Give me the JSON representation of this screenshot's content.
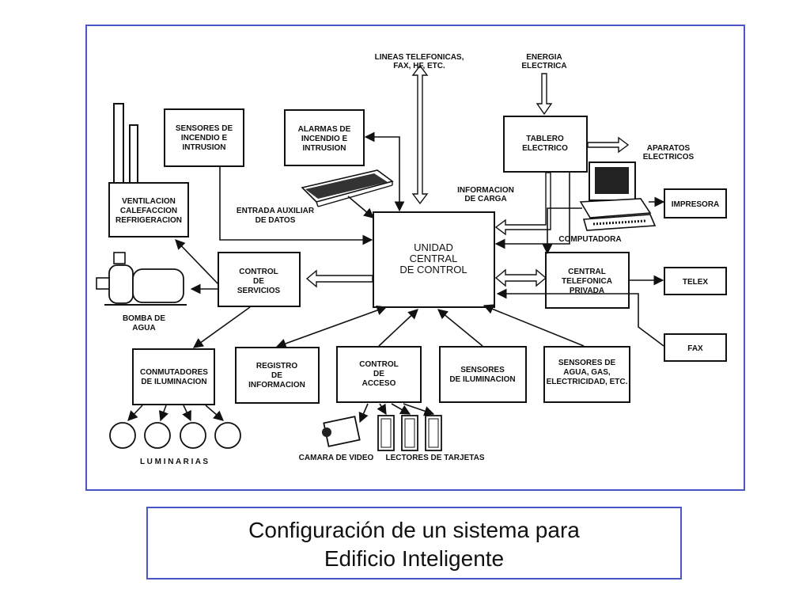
{
  "caption": {
    "line1": "Configuración de un sistema para",
    "line2": "Edificio Inteligente"
  },
  "nodes": {
    "telefono": [
      "LINEAS TELEFONICAS,",
      "FAX, HF, ETC."
    ],
    "energia": [
      "ENERGIA",
      "ELECTRICA"
    ],
    "sensores_incendio": [
      "SENSORES DE",
      "INCENDIO E",
      "INTRUSION"
    ],
    "alarmas": [
      "ALARMAS DE",
      "INCENDIO E",
      "INTRUSION"
    ],
    "tablero": [
      "TABLERO",
      "ELECTRICO"
    ],
    "aparatos": [
      "APARATOS",
      "ELECTRICOS"
    ],
    "ventilacion": [
      "VENTILACION",
      "CALEFACCION",
      "REFRIGERACION"
    ],
    "entrada": [
      "ENTRADA AUXILIAR",
      "DE DATOS"
    ],
    "info_carga": [
      "INFORMACION",
      "DE CARGA"
    ],
    "impresora": [
      "IMPRESORA"
    ],
    "computadora": [
      "COMPUTADORA"
    ],
    "unidad": [
      "UNIDAD",
      "CENTRAL",
      "DE CONTROL"
    ],
    "control_servicios": [
      "CONTROL",
      "DE",
      "SERVICIOS"
    ],
    "central_telefonica": [
      "CENTRAL",
      "TELEFONICA",
      "PRIVADA"
    ],
    "telex": [
      "TELEX"
    ],
    "bomba": [
      "BOMBA DE",
      "AGUA"
    ],
    "fax": [
      "FAX"
    ],
    "conmutadores": [
      "CONMUTADORES",
      "DE ILUMINACION"
    ],
    "registro": [
      "REGISTRO",
      "DE",
      "INFORMACION"
    ],
    "control_acceso": [
      "CONTROL",
      "DE",
      "ACCESO"
    ],
    "sensores_iluminacion": [
      "SENSORES",
      "DE ILUMINACION"
    ],
    "sensores_agua": [
      "SENSORES DE",
      "AGUA, GAS,",
      "ELECTRICIDAD, ETC."
    ],
    "luminarias": [
      "L U M I N A R I A S"
    ],
    "camara": [
      "CAMARA DE VIDEO"
    ],
    "lectores": [
      "LECTORES DE TARJETAS"
    ]
  }
}
